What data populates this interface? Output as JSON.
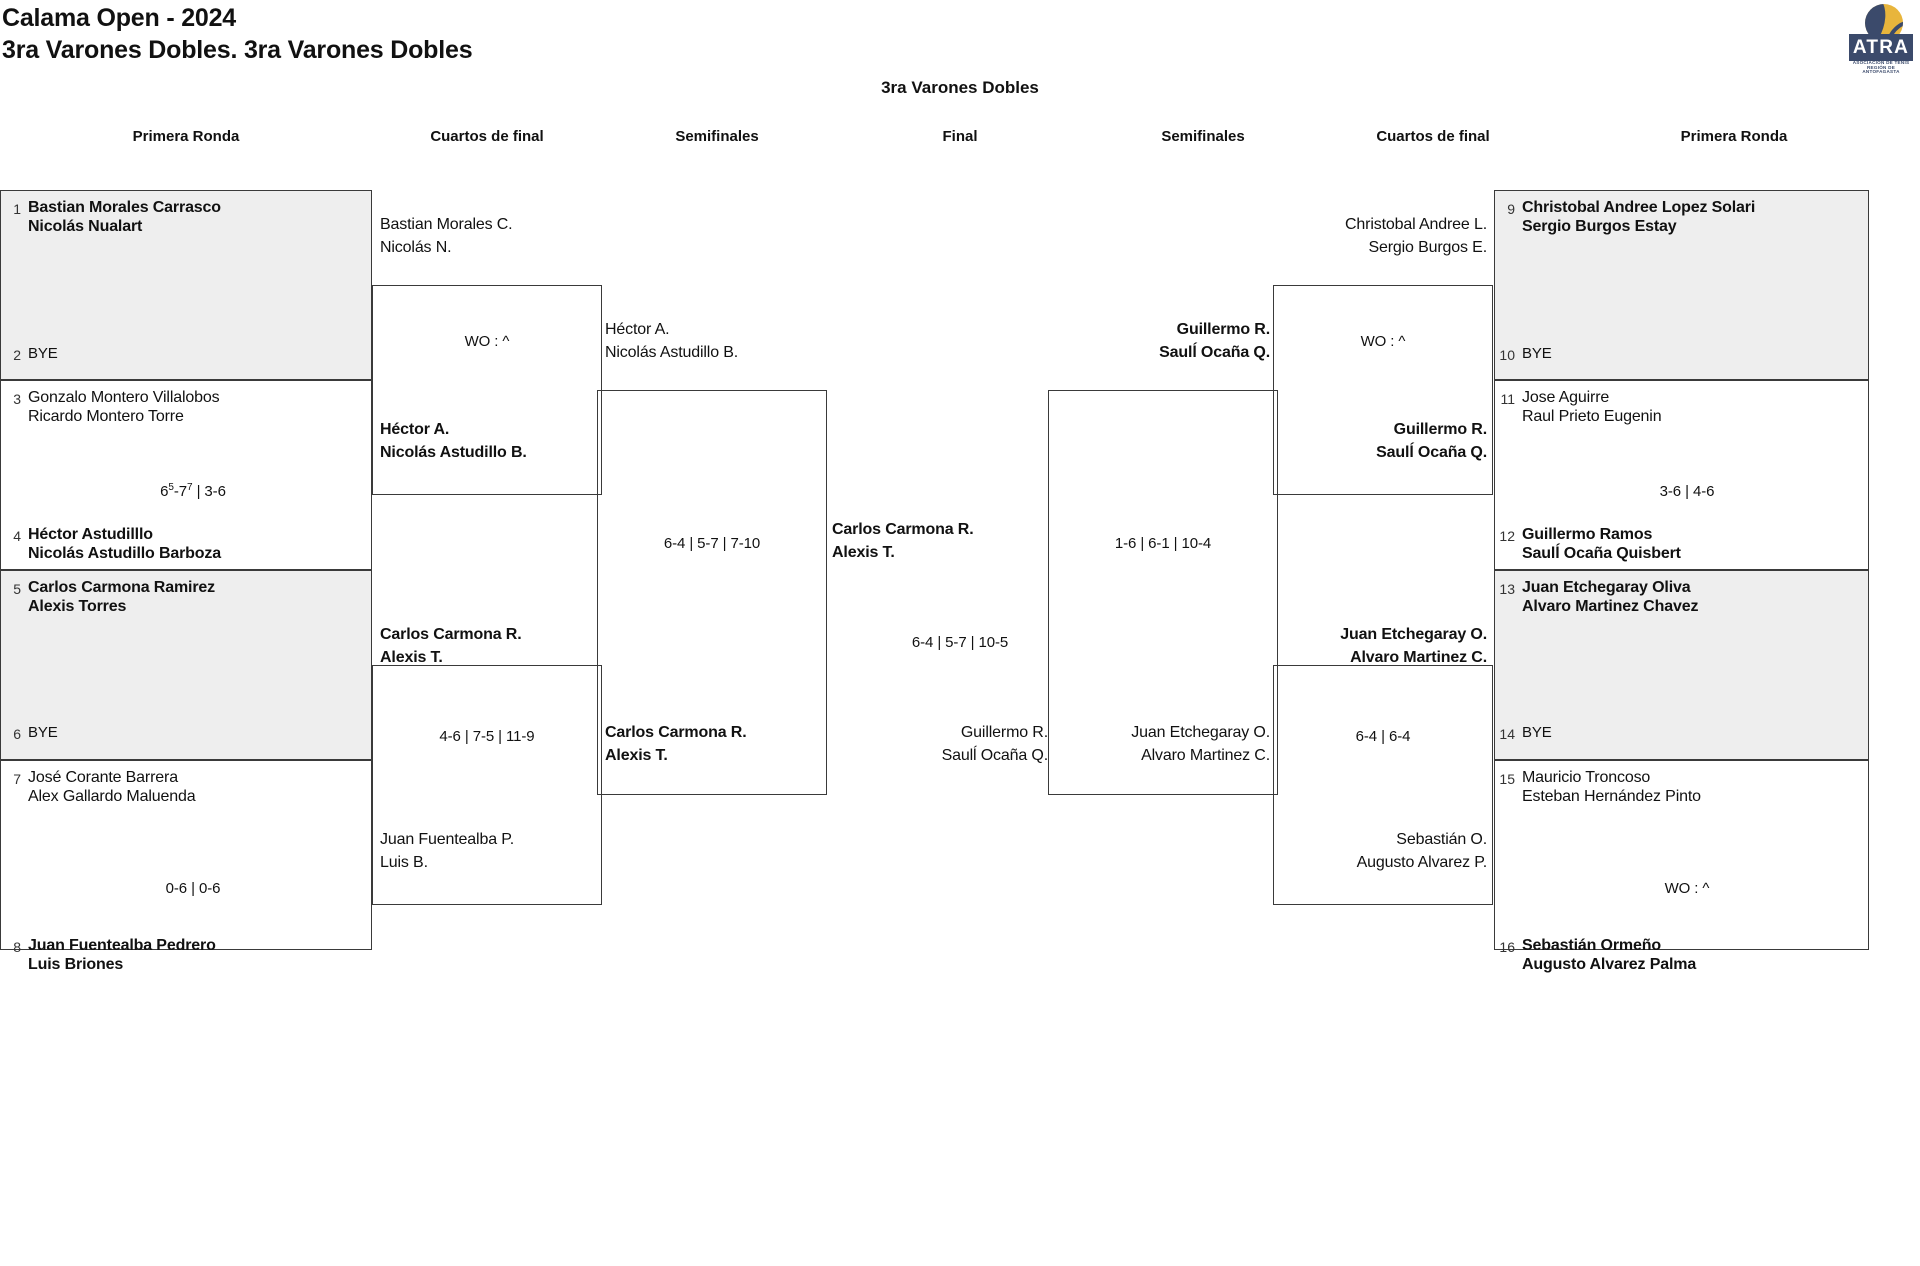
{
  "header": {
    "title": "Calama Open - 2024",
    "subtitle": "3ra Varones Dobles. 3ra Varones Dobles"
  },
  "logo": {
    "name": "atra-logo",
    "text": "ATRA",
    "tagline": "ASOCIACIÓN DE TENIS REGIÓN DE ANTOFAGASTA",
    "ball_color": "#e8b53c",
    "plate_color": "#3b4a6b"
  },
  "bracket_title": "3ra Varones Dobles",
  "rounds": {
    "left_r1": "Primera Ronda",
    "left_qf": "Cuartos de final",
    "left_sf": "Semifinales",
    "final": "Final",
    "right_sf": "Semifinales",
    "right_qf": "Cuartos de final",
    "right_r1": "Primera Ronda"
  },
  "left_round1": [
    {
      "seed": "1",
      "name1": "Bastian Morales Carrasco",
      "name2": "Nicolás Nualart",
      "winner": true,
      "shaded": true
    },
    {
      "seed": "2",
      "name1": "BYE",
      "name2": "",
      "winner": false,
      "shaded": true
    },
    {
      "seed": "3",
      "name1": "Gonzalo Montero Villalobos",
      "name2": "Ricardo Montero Torre",
      "winner": false,
      "shaded": false
    },
    {
      "seed": "4",
      "name1": "Héctor Astudilllo",
      "name2": "Nicolás Astudillo Barboza",
      "winner": true,
      "shaded": false
    },
    {
      "seed": "5",
      "name1": "Carlos Carmona Ramirez",
      "name2": "Alexis Torres",
      "winner": true,
      "shaded": true
    },
    {
      "seed": "6",
      "name1": "BYE",
      "name2": "",
      "winner": false,
      "shaded": true
    },
    {
      "seed": "7",
      "name1": "José Corante Barrera",
      "name2": "Alex Gallardo Maluenda",
      "winner": false,
      "shaded": false
    },
    {
      "seed": "8",
      "name1": "Juan Fuentealba Pedrero",
      "name2": "Luis Briones",
      "winner": true,
      "shaded": false
    }
  ],
  "left_round1_scores": [
    {
      "text_html": "6<sup>5</sup>-7<sup>7</sup> | 3-6",
      "plain": "65-77 | 3-6"
    },
    {
      "text_html": "0-6 | 0-6",
      "plain": "0-6 | 0-6"
    }
  ],
  "right_round1": [
    {
      "seed": "9",
      "name1": "Christobal Andree Lopez Solari",
      "name2": "Sergio Burgos Estay",
      "winner": true,
      "shaded": true
    },
    {
      "seed": "10",
      "name1": "BYE",
      "name2": "",
      "winner": false,
      "shaded": true
    },
    {
      "seed": "11",
      "name1": "Jose Aguirre",
      "name2": "Raul Prieto Eugenin",
      "winner": false,
      "shaded": false
    },
    {
      "seed": "12",
      "name1": "Guillermo Ramos",
      "name2": "Saulĺ Ocaña Quisbert",
      "winner": true,
      "shaded": false
    },
    {
      "seed": "13",
      "name1": "Juan Etchegaray Oliva",
      "name2": "Alvaro Martinez Chavez",
      "winner": true,
      "shaded": true
    },
    {
      "seed": "14",
      "name1": "BYE",
      "name2": "",
      "winner": false,
      "shaded": true
    },
    {
      "seed": "15",
      "name1": "Mauricio Troncoso",
      "name2": "Esteban Hernández Pinto",
      "winner": false,
      "shaded": false
    },
    {
      "seed": "16",
      "name1": "Sebastián Ormeño",
      "name2": "Augusto Alvarez Palma",
      "winner": true,
      "shaded": false
    }
  ],
  "right_round1_scores": [
    {
      "text_html": "3-6 | 4-6",
      "plain": "3-6 | 4-6"
    },
    {
      "text_html": "WO : ^",
      "plain": "WO : ^"
    }
  ],
  "left_qf": {
    "top_box": {
      "upper": {
        "name1": "Bastian Morales C.",
        "name2": "Nicolás N.",
        "winner": false
      },
      "score": "WO : ^",
      "lower": {
        "name1": "Héctor A.",
        "name2": "Nicolás Astudillo B.",
        "winner": true
      }
    },
    "bottom_box": {
      "upper": {
        "name1": "Carlos Carmona R.",
        "name2": "Alexis T.",
        "winner": true
      },
      "score": "4-6 | 7-5 | 11-9",
      "lower": {
        "name1": "Juan Fuentealba P.",
        "name2": "Luis B.",
        "winner": false
      }
    }
  },
  "right_qf": {
    "top_box": {
      "upper": {
        "name1": "Christobal Andree L.",
        "name2": "Sergio Burgos E.",
        "winner": false
      },
      "score": "WO : ^",
      "lower": {
        "name1": "Guillermo R.",
        "name2": "Saulĺ Ocaña Q.",
        "winner": true
      }
    },
    "bottom_box": {
      "upper": {
        "name1": "Juan Etchegaray O.",
        "name2": "Alvaro Martinez C.",
        "winner": true
      },
      "score": "6-4 | 6-4",
      "lower": {
        "name1": "Sebastián O.",
        "name2": "Augusto Alvarez P.",
        "winner": false
      }
    }
  },
  "left_sf": {
    "upper": {
      "name1": "Héctor A.",
      "name2": "Nicolás Astudillo B.",
      "winner": false
    },
    "score": "6-4 | 5-7 | 7-10",
    "lower": {
      "name1": "Carlos Carmona R.",
      "name2": "Alexis T.",
      "winner": true
    }
  },
  "right_sf": {
    "upper": {
      "name1": "Guillermo R.",
      "name2": "Saulĺ Ocaña Q.",
      "winner": true
    },
    "score": "1-6 | 6-1 | 10-4",
    "lower": {
      "name1": "Juan Etchegaray O.",
      "name2": "Alvaro Martinez C.",
      "winner": false
    }
  },
  "final": {
    "upper": {
      "name1": "Carlos Carmona R.",
      "name2": "Alexis T.",
      "winner": true
    },
    "score": "6-4 | 5-7 | 10-5",
    "lower": {
      "name1": "Guillermo R.",
      "name2": "Saulĺ Ocaña Q.",
      "winner": false
    }
  }
}
